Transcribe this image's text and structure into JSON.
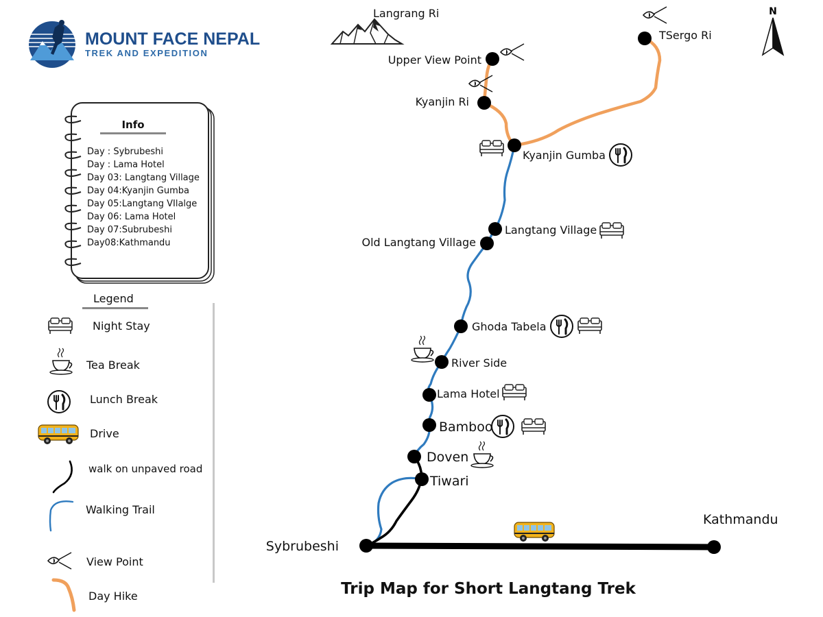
{
  "brand": {
    "name": "MOUNT FACE NEPAL",
    "tagline": "TREK AND EXPEDITION"
  },
  "compass": {
    "label": "N"
  },
  "title": "Trip Map for Short Langtang Trek",
  "info": {
    "heading": "Info",
    "items": [
      "Day : Sybrubeshi",
      "Day : Lama Hotel",
      "Day 03: Langtang Village",
      "Day 04:Kyanjin Gumba",
      "Day 05:Langtang VIlalge",
      "Day 06: Lama Hotel",
      "Day 07:Subrubeshi",
      "Day08:Kathmandu"
    ]
  },
  "legend": {
    "heading": "Legend",
    "items": [
      {
        "label": "Night Stay",
        "icon": "bed-icon"
      },
      {
        "label": "Tea Break",
        "icon": "tea-cup-icon"
      },
      {
        "label": "Lunch Break",
        "icon": "fork-knife-icon"
      },
      {
        "label": "Drive",
        "icon": "bus-icon"
      },
      {
        "label": "walk on unpaved road",
        "icon": "black-path-icon"
      },
      {
        "label": "Walking Trail",
        "icon": "blue-path-icon"
      },
      {
        "label": "View Point",
        "icon": "eye-icon"
      },
      {
        "label": "Day Hike",
        "icon": "orange-path-icon"
      }
    ]
  },
  "places": {
    "langrang_ri": "Langrang Ri",
    "tsergo_ri": "TSergo Ri",
    "upper_view_point": "Upper View Point",
    "kyanjin_ri": "Kyanjin Ri",
    "kyanjin_gumba": "Kyanjin Gumba",
    "langtang_village": "Langtang Village",
    "old_langtang_village": "Old Langtang Village",
    "ghoda_tabela": "Ghoda Tabela",
    "river_side": "River Side",
    "lama_hotel": "Lama Hotel",
    "bamboo": "Bamboo",
    "doven": "Doven",
    "tiwari": "Tiwari",
    "sybrubeshi": "Sybrubeshi",
    "kathmandu": "Kathmandu"
  },
  "colors": {
    "walking_trail": "#2f7bbf",
    "day_hike": "#f0a05c",
    "road": "#000000",
    "brand_dark": "#1f4e8c",
    "brand_light": "#2d6aa8"
  }
}
